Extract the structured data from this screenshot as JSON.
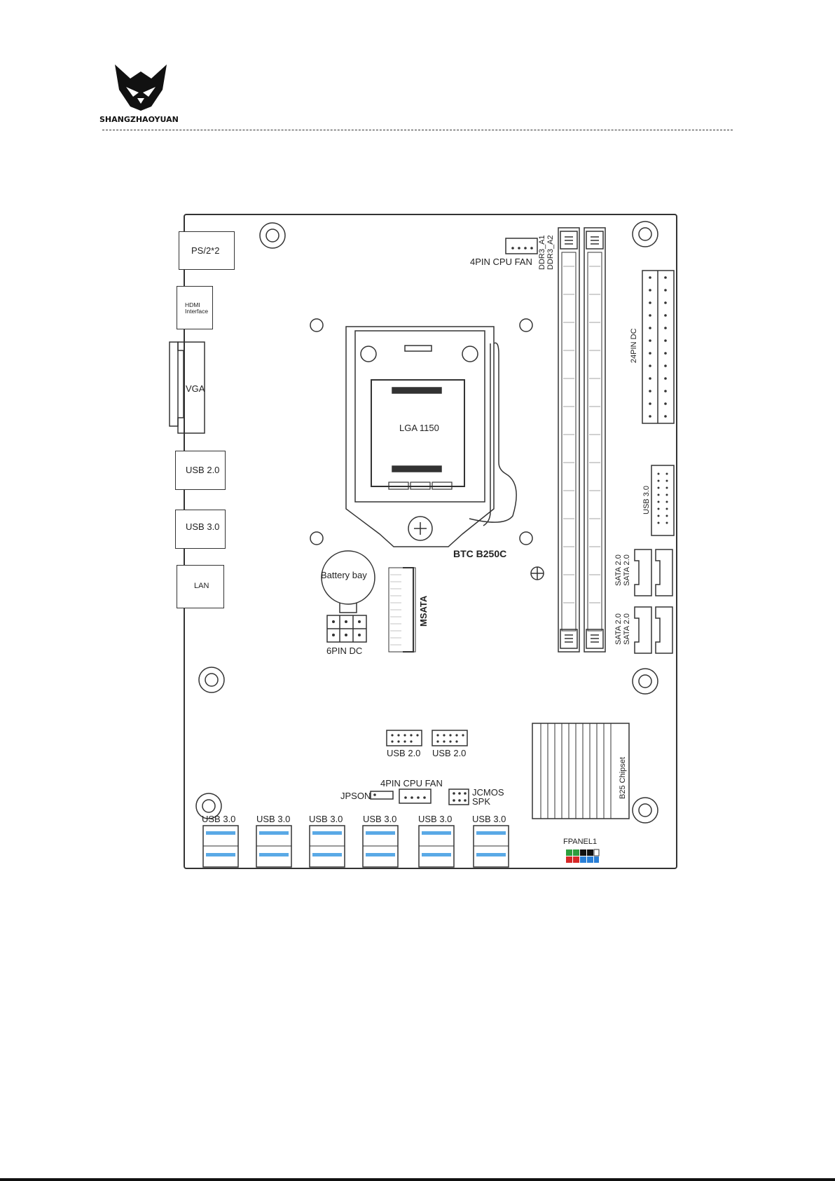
{
  "brand": {
    "name": "SHANGZHAOYUAN"
  },
  "board": {
    "model": "BTC B250C",
    "socket": "LGA 1150",
    "io_panel": {
      "ps2": "PS/2*2",
      "hdmi": "HDMI\nInterface",
      "vga": "VGA",
      "usb2": "USB 2.0",
      "usb3": "USB 3.0",
      "lan": "LAN"
    },
    "cpu_fan_top": "4PIN CPU FAN",
    "dimm_labels": [
      "DDR3_A1",
      "DDR3_A2"
    ],
    "power_24pin": "24PIN DC",
    "usb3_header": "USB 3.0",
    "sata_labels": [
      "SATA 2.0",
      "SATA 2.0",
      "SATA 2.0",
      "SATA 2.0"
    ],
    "battery": "Battery bay",
    "msata": "MSATA",
    "power_6pin": "6PIN DC",
    "usb2_headers": [
      "USB 2.0",
      "USB 2.0"
    ],
    "cpu_fan_bottom": "4PIN CPU FAN",
    "jpson": "JPSON",
    "jcmos": "JCMOS",
    "spk": "SPK",
    "chipset": "B25 Chipset",
    "fpanel": "FPANEL1",
    "usb3_ports": [
      "USB 3.0",
      "USB 3.0",
      "USB 3.0",
      "USB 3.0",
      "USB 3.0",
      "USB 3.0"
    ]
  },
  "colors": {
    "outline": "#333333",
    "usb_blue": "#5aa9e6",
    "fpanel_green": "#2e9e3e",
    "fpanel_red": "#d62828",
    "fpanel_blue": "#2a7fd6"
  }
}
